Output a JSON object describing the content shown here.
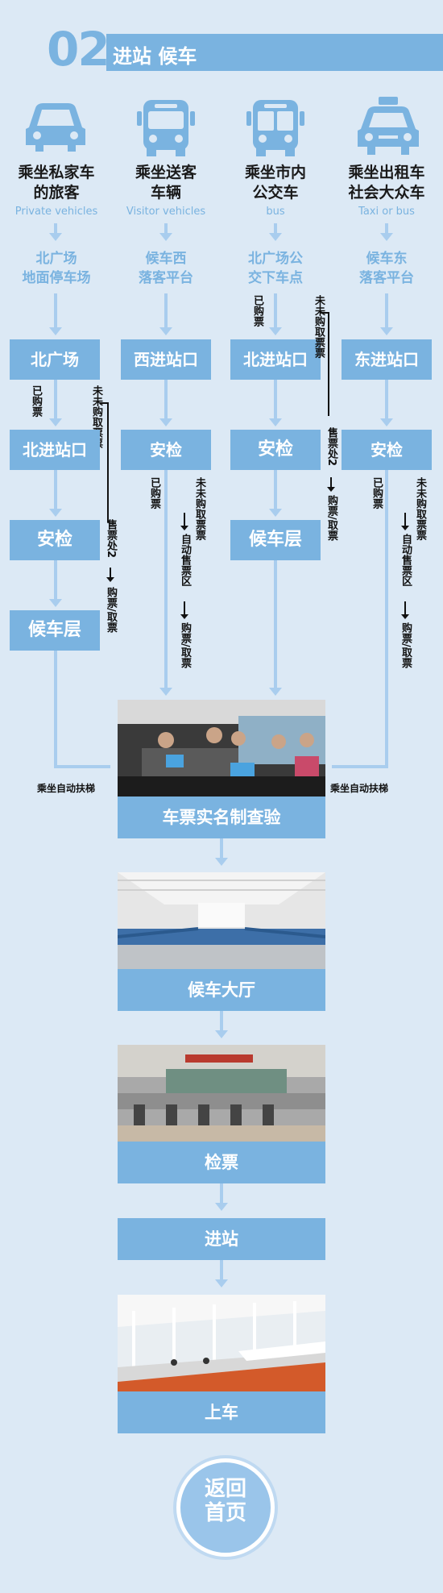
{
  "header": {
    "number": "02",
    "title": "进站 候车"
  },
  "columns": [
    {
      "icon": "car-icon",
      "title_line1": "乘坐私家车",
      "title_line2": "的旅客",
      "subtitle": "Private vehicles",
      "place_line1": "北广场",
      "place_line2": "地面停车场",
      "gate": "北广场"
    },
    {
      "icon": "bus-icon",
      "title_line1": "乘坐送客",
      "title_line2": "车辆",
      "subtitle": "Visitor vehicles",
      "place_line1": "候车西",
      "place_line2": "落客平台",
      "gate": "西进站口"
    },
    {
      "icon": "city-bus-icon",
      "title_line1": "乘坐市内",
      "title_line2": "公交车",
      "subtitle": "bus",
      "place_line1": "北广场公",
      "place_line2": "交下车点",
      "gate": "北进站口"
    },
    {
      "icon": "taxi-icon",
      "title_line1": "乘坐出租车",
      "title_line2": "社会大众车",
      "subtitle": "Taxi or bus",
      "place_line1": "候车东",
      "place_line2": "落客平台",
      "gate": "东进站口"
    }
  ],
  "flow": {
    "col1": {
      "step2": "北进站口",
      "step3": "安检",
      "step4": "候车层"
    },
    "col2": {
      "step2": "安检"
    },
    "col3": {
      "step2": "安检",
      "step3": "候车层"
    },
    "col4": {
      "step2": "安检"
    }
  },
  "branch": {
    "bought": "已购票",
    "not_bought": "未购票",
    "not_taken": "未取票",
    "not_bought_taken": "未未购取票票",
    "ticket_office": "售票处2",
    "buy_take": "购票/取票",
    "auto_ticket": "自动售票区"
  },
  "escalator_left": "乘坐自动扶梯",
  "escalator_right": "乘坐自动扶梯",
  "stages": [
    {
      "label": "车票实名制查验",
      "photo": "ticket-check-photo"
    },
    {
      "label": "候车大厅",
      "photo": "waiting-hall-photo"
    },
    {
      "label": "检票",
      "photo": "gate-photo"
    },
    {
      "label": "进站"
    },
    {
      "label": "上车",
      "photo": "platform-photo"
    }
  ],
  "back_button": {
    "line1": "返回",
    "line2": "首页"
  },
  "colors": {
    "accent": "#7ab3e0",
    "arrow": "#a9cdee",
    "background": "#dce9f5"
  }
}
